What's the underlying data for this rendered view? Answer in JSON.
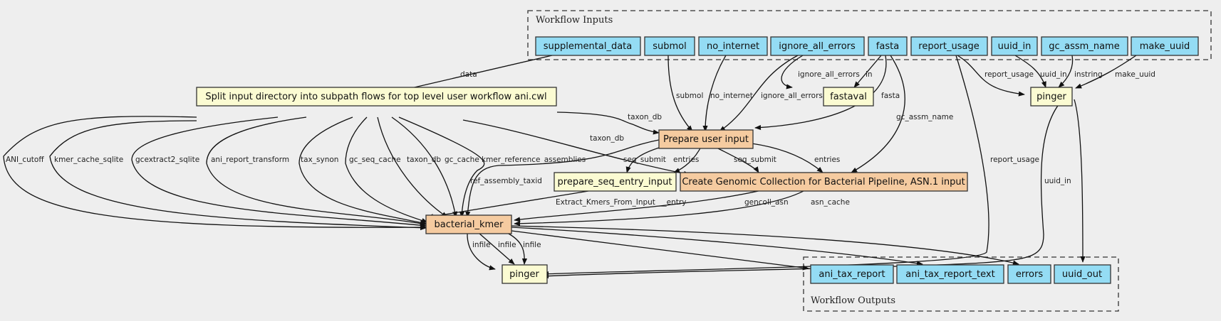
{
  "colors": {
    "input_fill": "#94dcf4",
    "step_fill": "#f5cba0",
    "tool_fill": "#fbfbd2",
    "background": "#eeeeee"
  },
  "clusters": {
    "inputs_label": "Workflow Inputs",
    "outputs_label": "Workflow Outputs"
  },
  "nodes": {
    "supplemental_data": "supplemental_data",
    "submol": "submol",
    "no_internet": "no_internet",
    "ignore_all_errors": "ignore_all_errors",
    "fasta": "fasta",
    "report_usage": "report_usage",
    "uuid_in": "uuid_in",
    "gc_assm_name": "gc_assm_name",
    "make_uuid": "make_uuid",
    "split": "Split input directory into subpath flows for top level user workflow ani.cwl",
    "fastaval": "fastaval",
    "pinger_top": "pinger",
    "prepare_user_input": "Prepare user input",
    "prepare_seq_entry_input": "prepare_seq_entry_input",
    "create_gencoll": "Create Genomic Collection for Bacterial Pipeline, ASN.1 input",
    "bacterial_kmer": "bacterial_kmer",
    "pinger_bottom": "pinger",
    "ani_tax_report": "ani_tax_report",
    "ani_tax_report_text": "ani_tax_report_text",
    "errors": "errors",
    "uuid_out": "uuid_out"
  },
  "edge_labels": {
    "data": "data",
    "submol": "submol",
    "no_internet": "no_internet",
    "ignore_all_errors_pui": "ignore_all_errors",
    "ignore_all_errors_fv": "ignore_all_errors",
    "in": "in",
    "fasta": "fasta",
    "gc_assm_name": "gc_assm_name",
    "report_usage_pinger": "report_usage",
    "uuid_in_pinger": "uuid_in",
    "instring": "instring",
    "make_uuid": "make_uuid",
    "taxon_db_pui": "taxon_db",
    "taxon_db_gc": "taxon_db",
    "ANI_cutoff": "ANI_cutoff",
    "kmer_cache_sqlite": "kmer_cache_sqlite",
    "gcextract2_sqlite": "gcextract2_sqlite",
    "ani_report_transform": "ani_report_transform",
    "tax_synon": "tax_synon",
    "gc_seq_cache": "gc_seq_cache",
    "taxon_db_bk": "taxon_db",
    "gc_cache": "gc_cache",
    "kmer_reference_assemblies": "kmer_reference_assemblies",
    "ref_assembly_taxid": "ref_assembly_taxid",
    "seq_submit_psei": "seq_submit",
    "entries_psei": "entries",
    "seq_submit_gc": "seq_submit",
    "entries_gc": "entries",
    "extract_entry": "Extract_Kmers_From_Input___entry",
    "gencoll_asn": "gencoll_asn",
    "asn_cache": "asn_cache",
    "report_usage_bottom": "report_usage",
    "uuid_in_bottom": "uuid_in",
    "infile_1": "infile",
    "infile_2": "infile",
    "infile_3": "infile"
  }
}
